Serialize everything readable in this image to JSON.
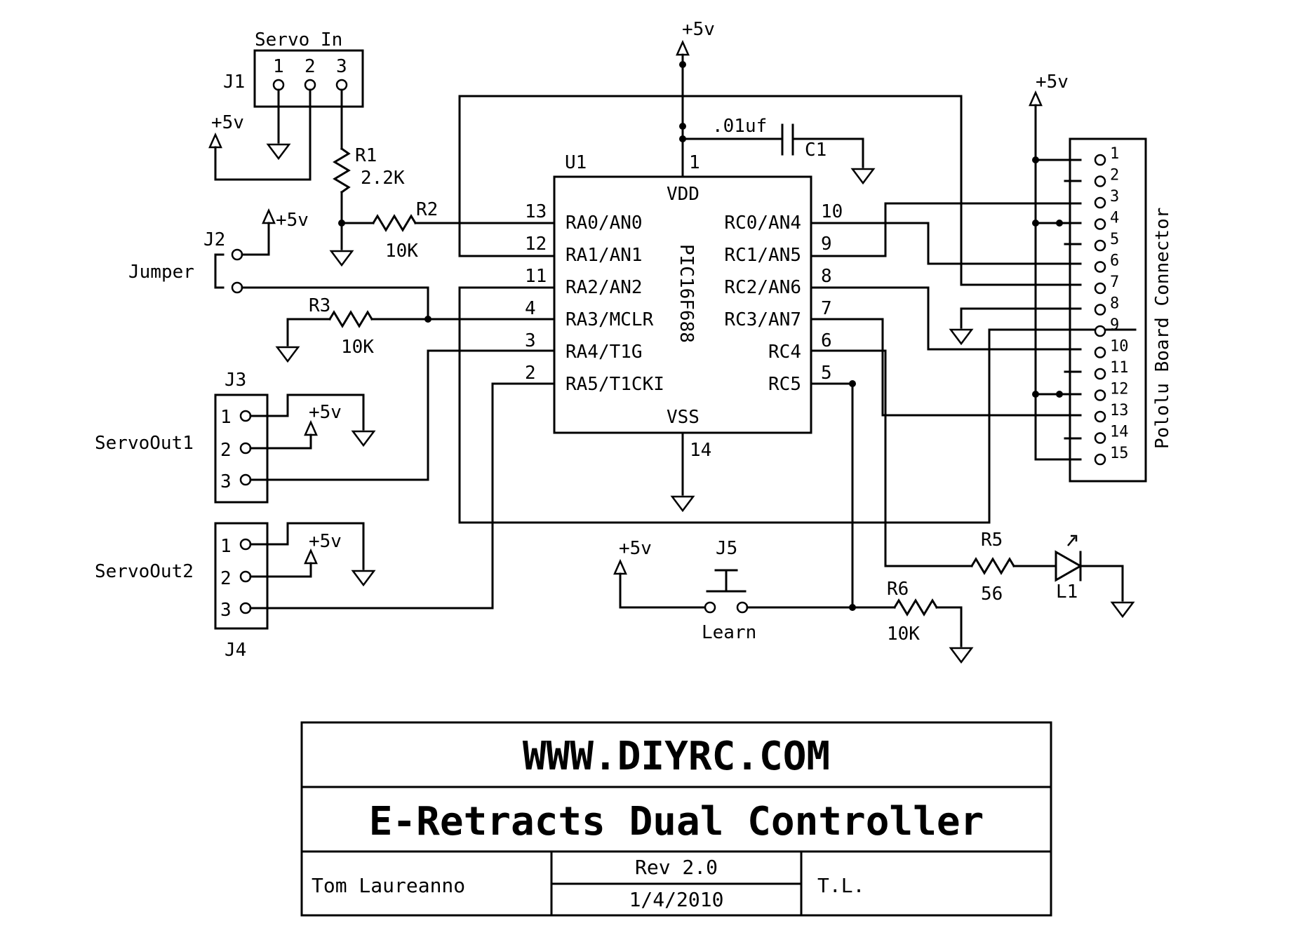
{
  "labels": {
    "servo_in": "Servo In",
    "j1": "J1",
    "j1_pins": [
      "1",
      "2",
      "3"
    ],
    "plus5v": "+5v",
    "r1": "R1",
    "r1_val": "2.2K",
    "r2": "R2",
    "r2_val": "10K",
    "r3": "R3",
    "r3_val": "10K",
    "j2": "J2",
    "jumper": "Jumper",
    "j3": "J3",
    "servo_out1": "ServoOut1",
    "servo_out2": "ServoOut2",
    "j4": "J4",
    "j3_pins": [
      "1",
      "2",
      "3"
    ],
    "j4_pins": [
      "1",
      "2",
      "3"
    ],
    "u1": "U1",
    "vdd": "VDD",
    "vss": "VSS",
    "chip": "PIC16F688",
    "pin1": "1",
    "pin14": "14",
    "cap_val": ".01uf",
    "c1": "C1",
    "left_pins": [
      {
        "num": "13",
        "name": "RA0/AN0"
      },
      {
        "num": "12",
        "name": "RA1/AN1"
      },
      {
        "num": "11",
        "name": "RA2/AN2"
      },
      {
        "num": "4",
        "name": "RA3/MCLR"
      },
      {
        "num": "3",
        "name": "RA4/T1G"
      },
      {
        "num": "2",
        "name": "RA5/T1CKI"
      }
    ],
    "right_pins": [
      {
        "num": "10",
        "name": "RC0/AN4"
      },
      {
        "num": "9",
        "name": "RC1/AN5"
      },
      {
        "num": "8",
        "name": "RC2/AN6"
      },
      {
        "num": "7",
        "name": "RC3/AN7"
      },
      {
        "num": "6",
        "name": "RC4"
      },
      {
        "num": "5",
        "name": "RC5"
      }
    ],
    "pololu": "Pololu Board Connector",
    "pololu_pins": [
      "1",
      "2",
      "3",
      "4",
      "5",
      "6",
      "7",
      "8",
      "9",
      "10",
      "11",
      "12",
      "13",
      "14",
      "15"
    ],
    "j5": "J5",
    "learn": "Learn",
    "r5": "R5",
    "r5_val": "56",
    "r6": "R6",
    "r6_val": "10K",
    "l1": "L1"
  },
  "title_block": {
    "website": "WWW.DIYRC.COM",
    "title": "E-Retracts Dual Controller",
    "author": "Tom Laureanno",
    "rev": "Rev 2.0",
    "date": "1/4/2010",
    "initials": "T.L."
  }
}
